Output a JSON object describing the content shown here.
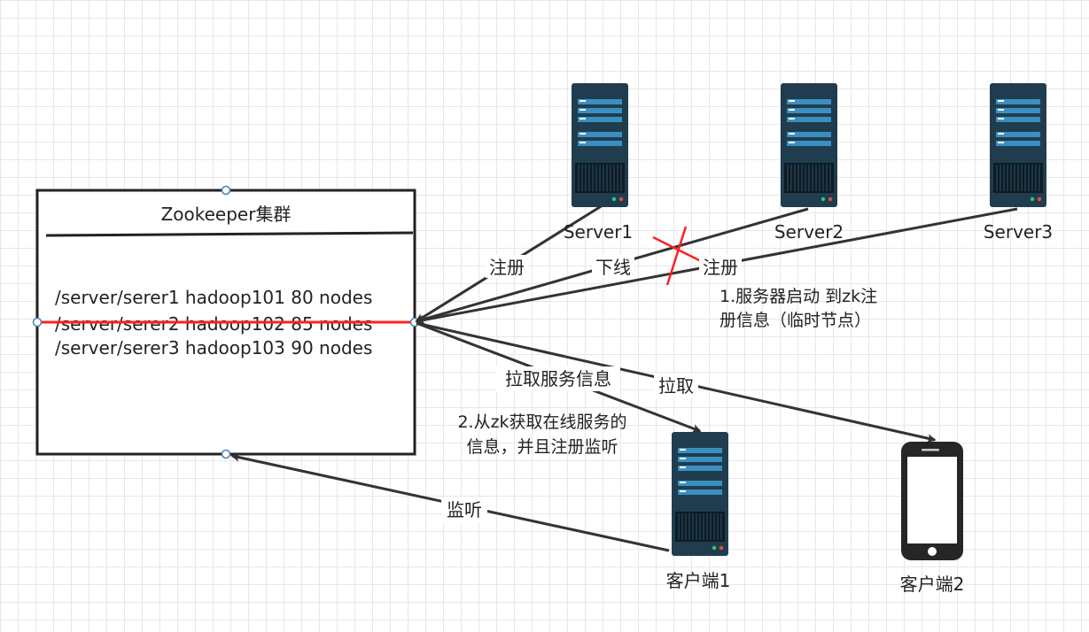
{
  "cluster": {
    "title": "Zookeeper集群",
    "nodes": [
      "/server/serer1 hadoop101 80 nodes",
      "/server/serer2 hadoop102 85 nodes",
      "/server/serer3 hadoop103 90 nodes"
    ]
  },
  "servers": [
    {
      "label": "Server1"
    },
    {
      "label": "Server2"
    },
    {
      "label": "Server3"
    }
  ],
  "clients": [
    {
      "label": "客户端1"
    },
    {
      "label": "客户端2"
    }
  ],
  "edges": {
    "register1": "注册",
    "offline": "下线",
    "register3": "注册",
    "pull_info": "拉取服务信息",
    "pull": "拉取",
    "watch": "监听"
  },
  "notes": {
    "step1": [
      "1.服务器启动 到zk注",
      "册信息（临时节点）"
    ],
    "step2": [
      "2.从zk获取在线服务的",
      "信息，并且注册监听"
    ]
  },
  "colors": {
    "server_body": "#1f3d4f",
    "server_slot": "#3a8fc0",
    "edge": "#333333",
    "strike": "#ff2020"
  }
}
